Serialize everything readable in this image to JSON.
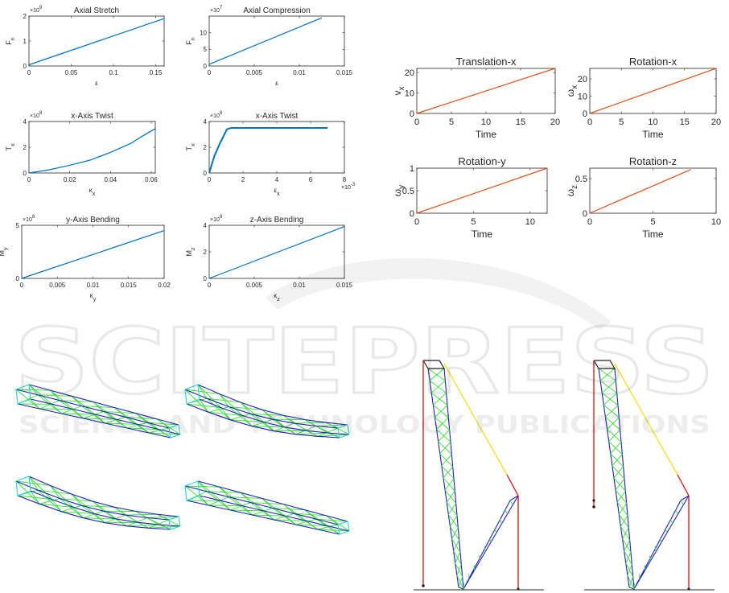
{
  "watermark": {
    "main": "SCITEPRESS",
    "sub": "SCIENCE AND TECHNOLOGY PUBLICATIONS"
  },
  "colors": {
    "blue_line": "#0072BD",
    "orange_line": "#D95319",
    "truss_outer": "#1f1fbf",
    "truss_inner": "#33dd33",
    "truss_end": "#33d6d6",
    "cable_yellow": "#f0e020",
    "cable_red": "#e01010"
  },
  "chart_data": [
    {
      "type": "line",
      "title": "Axial Stretch",
      "xlabel": "ε",
      "ylabel": "F",
      "ylabel_sub": "n",
      "exponent": "9",
      "xlim": [
        0,
        0.16
      ],
      "ylim": [
        0,
        2
      ],
      "xticks": [
        "0",
        "0.05",
        "0.1",
        "0.15"
      ],
      "xtick_vals": [
        0,
        0.05,
        0.1,
        0.15
      ],
      "yticks": [
        "0",
        "1",
        "2"
      ],
      "ytick_vals": [
        0,
        1,
        2
      ],
      "series": [
        {
          "x": [
            0,
            0.16
          ],
          "y": [
            0.05,
            1.9
          ]
        }
      ]
    },
    {
      "type": "line",
      "title": "Axial Compression",
      "xlabel": "ε",
      "ylabel": "F",
      "ylabel_sub": "n",
      "exponent": "7",
      "xlim": [
        0,
        0.015
      ],
      "ylim": [
        0,
        15
      ],
      "xticks": [
        "0",
        "0.005",
        "0.01",
        "0.015"
      ],
      "xtick_vals": [
        0,
        0.005,
        0.01,
        0.015
      ],
      "yticks": [
        "0",
        "5",
        "10"
      ],
      "ytick_vals": [
        0,
        5,
        10
      ],
      "series": [
        {
          "x": [
            0,
            0.0125
          ],
          "y": [
            0.5,
            14.5
          ]
        }
      ]
    },
    {
      "type": "line",
      "title": "x-Axis Twist",
      "xlabel": "κ",
      "xlabel_sub": "x",
      "ylabel": "T",
      "ylabel_sub": "x",
      "exponent": "8",
      "xlim": [
        0,
        0.062
      ],
      "ylim": [
        0,
        4
      ],
      "xticks": [
        "0",
        "0.02",
        "0.04",
        "0.06"
      ],
      "xtick_vals": [
        0,
        0.02,
        0.04,
        0.06
      ],
      "yticks": [
        "0",
        "2",
        "4"
      ],
      "ytick_vals": [
        0,
        2,
        4
      ],
      "series": [
        {
          "x": [
            0,
            0.01,
            0.02,
            0.03,
            0.04,
            0.05,
            0.055,
            0.062
          ],
          "y": [
            0,
            0.25,
            0.6,
            1.0,
            1.6,
            2.3,
            2.8,
            3.45
          ]
        }
      ]
    },
    {
      "type": "line",
      "title": "x-Axis Twist",
      "xlabel": "ε",
      "xlabel_sub": "x",
      "ylabel": "T",
      "ylabel_sub": "x",
      "exponent": "8",
      "xexponent": "-3",
      "xlim": [
        0,
        8
      ],
      "ylim": [
        0,
        4
      ],
      "xticks": [
        "0",
        "2",
        "4",
        "6",
        "8"
      ],
      "xtick_vals": [
        0,
        2,
        4,
        6,
        8
      ],
      "yticks": [
        "0",
        "2",
        "4"
      ],
      "ytick_vals": [
        0,
        2,
        4
      ],
      "series": [
        {
          "x": [
            0,
            0.3,
            0.6,
            0.9,
            1.05,
            1.3,
            1.8,
            7
          ],
          "y": [
            0,
            1.3,
            2.2,
            3.0,
            3.4,
            3.5,
            3.5,
            3.5
          ]
        }
      ]
    },
    {
      "type": "line",
      "title": "y-Axis Bending",
      "xlabel": "κ",
      "xlabel_sub": "y",
      "ylabel": "M",
      "ylabel_sub": "y",
      "exponent": "8",
      "xlim": [
        0,
        0.02
      ],
      "ylim": [
        0,
        5
      ],
      "xticks": [
        "0",
        "0.005",
        "0.01",
        "0.015",
        "0.02"
      ],
      "xtick_vals": [
        0,
        0.005,
        0.01,
        0.015,
        0.02
      ],
      "yticks": [
        "0",
        "5"
      ],
      "ytick_vals": [
        0,
        5
      ],
      "series": [
        {
          "x": [
            0,
            0.02
          ],
          "y": [
            0,
            4.5
          ]
        }
      ]
    },
    {
      "type": "line",
      "title": "z-Axis Bending",
      "xlabel": "κ",
      "xlabel_sub": "z",
      "ylabel": "M",
      "ylabel_sub": "z",
      "exponent": "8",
      "xlim": [
        0,
        0.015
      ],
      "ylim": [
        0,
        4
      ],
      "xticks": [
        "0",
        "0.005",
        "0.01",
        "0.015"
      ],
      "xtick_vals": [
        0,
        0.005,
        0.01,
        0.015
      ],
      "yticks": [
        "0",
        "2",
        "4"
      ],
      "ytick_vals": [
        0,
        2,
        4
      ],
      "series": [
        {
          "x": [
            0,
            0.015
          ],
          "y": [
            0,
            3.9
          ]
        }
      ]
    },
    {
      "type": "line",
      "title": "Translation-x",
      "xlabel": "Time",
      "ylabel": "v",
      "ylabel_sub": "x",
      "xlim": [
        0,
        20
      ],
      "ylim": [
        0,
        22
      ],
      "xticks": [
        "0",
        "5",
        "10",
        "15",
        "20"
      ],
      "xtick_vals": [
        0,
        5,
        10,
        15,
        20
      ],
      "yticks": [
        "0",
        "10",
        "20"
      ],
      "ytick_vals": [
        0,
        10,
        20
      ],
      "series": [
        {
          "x": [
            0,
            20
          ],
          "y": [
            0,
            22
          ]
        }
      ]
    },
    {
      "type": "line",
      "title": "Rotation-x",
      "xlabel": "Time",
      "ylabel": "ω",
      "ylabel_sub": "x",
      "xlim": [
        0,
        20
      ],
      "ylim": [
        0,
        26
      ],
      "xticks": [
        "0",
        "5",
        "10",
        "15",
        "20"
      ],
      "xtick_vals": [
        0,
        5,
        10,
        15,
        20
      ],
      "yticks": [
        "0",
        "10",
        "20"
      ],
      "ytick_vals": [
        0,
        10,
        20
      ],
      "series": [
        {
          "x": [
            0,
            20
          ],
          "y": [
            0,
            26
          ]
        }
      ]
    },
    {
      "type": "line",
      "title": "Rotation-y",
      "xlabel": "Time",
      "ylabel": "ω",
      "ylabel_sub": "y",
      "xlim": [
        0,
        11.5
      ],
      "ylim": [
        0,
        1
      ],
      "xticks": [
        "0",
        "5",
        "10"
      ],
      "xtick_vals": [
        0,
        5,
        10
      ],
      "yticks": [
        "0",
        "0.5",
        "1"
      ],
      "ytick_vals": [
        0,
        0.5,
        1
      ],
      "series": [
        {
          "x": [
            0,
            11.5
          ],
          "y": [
            0,
            1
          ]
        }
      ]
    },
    {
      "type": "line",
      "title": "Rotation-z",
      "xlabel": "Time",
      "ylabel": "ω",
      "ylabel_sub": "z",
      "xlim": [
        0,
        10
      ],
      "ylim": [
        0,
        0.65
      ],
      "xticks": [
        "0",
        "5",
        "10"
      ],
      "xtick_vals": [
        0,
        5,
        10
      ],
      "yticks": [
        "0",
        "0.5"
      ],
      "ytick_vals": [
        0,
        0.5
      ],
      "series": [
        {
          "x": [
            0,
            8
          ],
          "y": [
            0,
            0.63
          ]
        }
      ]
    }
  ]
}
